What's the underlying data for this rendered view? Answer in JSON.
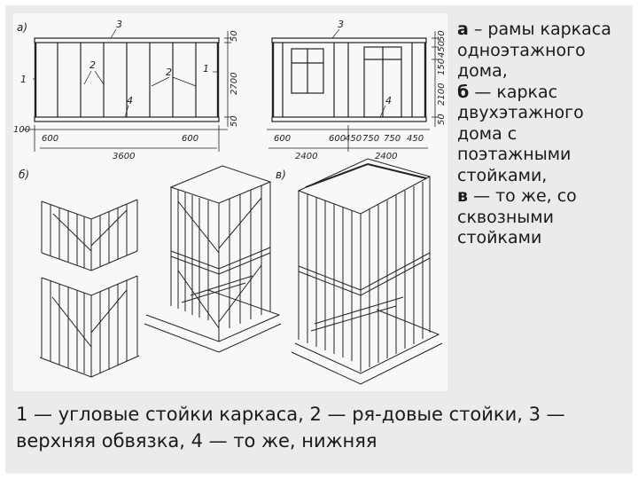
{
  "legend": {
    "a_letter": "а",
    "a_text": " – рамы каркаса одноэтажного дома,",
    "b_letter": "б",
    "b_text": " — каркас двухэтажного дома с поэтажными стойками,",
    "v_letter": "в",
    "v_text": " — то же, со сквозными стойками"
  },
  "bottom_caption": "1 — угловые стойки каркаса, 2 — ря-довые стойки, 3 — верхняя обвязка, 4 — то же, нижняя",
  "drawing": {
    "panel_labels": {
      "a": "а)",
      "b": "б)",
      "v": "в)"
    },
    "callouts": {
      "one": "1",
      "two": "2",
      "three": "3",
      "four": "4"
    },
    "left_frame_dims": {
      "d100": "100",
      "d600a": "600",
      "d600b": "600",
      "total": "3600",
      "h50top": "50",
      "h2700": "2700",
      "h50bot": "50"
    },
    "right_frame_dims": {
      "d600": "600",
      "d600b": "600",
      "d450a": "450",
      "d750a": "750",
      "d750b": "750",
      "d450b": "450",
      "d2400a": "2400",
      "d2400b": "2400",
      "h50top": "50",
      "h450": "450",
      "h150": "150",
      "h2100": "2100",
      "h50bot": "50"
    }
  }
}
